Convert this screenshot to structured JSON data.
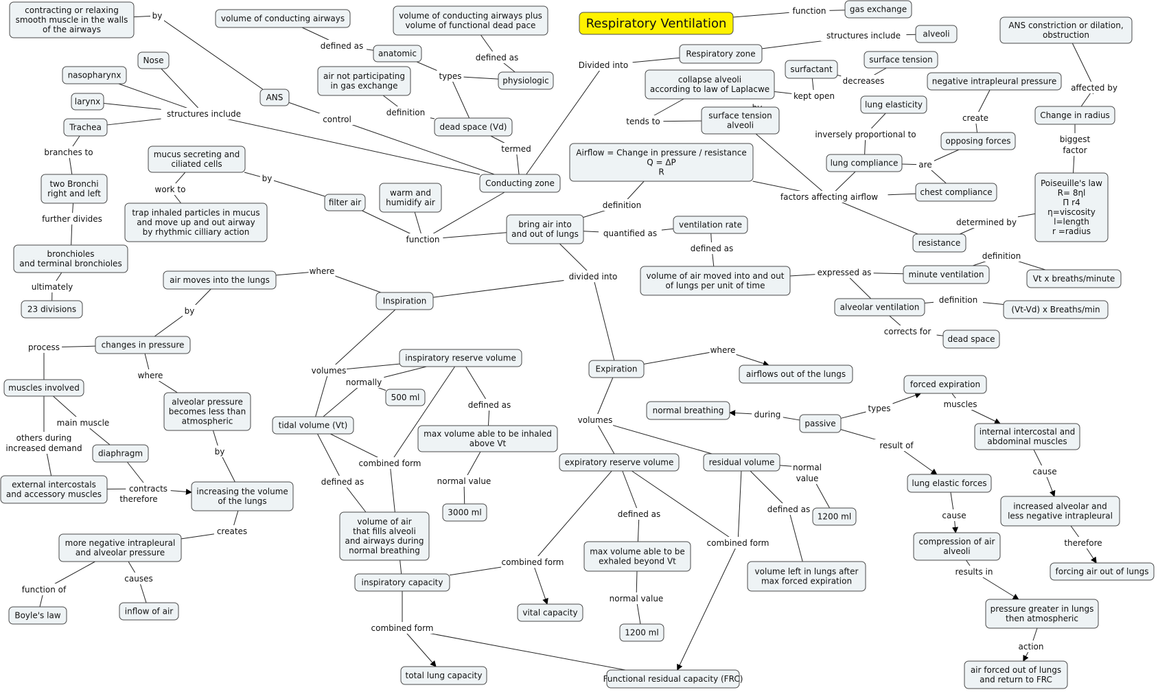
{
  "title": "Respiratory Ventilation",
  "nodes": {
    "title": "Respiratory Ventilation",
    "gas_exchange": "gas exchange",
    "alveoli": "alveoli",
    "resp_zone": "Respiratory zone",
    "ans_constrict": [
      "ANS constriction or dilation,",
      "obstruction"
    ],
    "contracting": [
      "contracting or relaxing",
      "smooth muscle in the walls",
      "of the airways"
    ],
    "vol_cond": "volume of conducting airways",
    "vol_cond_plus": [
      "volume of conducting airways plus",
      "volume of functional dead pace"
    ],
    "anatomic": "anatomic",
    "physiologic": "physiologic",
    "air_not": [
      "air not participating",
      "in gas exchange"
    ],
    "dead_space_vd": "dead space (Vd)",
    "ans": "ANS",
    "nose": "Nose",
    "nasopharynx": "nasopharynx",
    "larynx": "larynx",
    "trachea": "Trachea",
    "two_bronchi": [
      "two Bronchi",
      "right and left"
    ],
    "bronchioles": [
      "bronchioles",
      "and terminal bronchioles"
    ],
    "divisions": "23 divisions",
    "mucus": [
      "mucus secreting and",
      "ciliated cells"
    ],
    "trap": [
      "trap inhaled particles in mucus",
      "and move up and out airway",
      "by rhythmic cilliary action"
    ],
    "filter": "filter air",
    "warm": [
      "warm and",
      "humidify air"
    ],
    "conducting": "Conducting zone",
    "surfactant": "surfactant",
    "surface_tension": "surface tension",
    "collapse": [
      "collapse alveoli",
      "according to law of Laplacwe"
    ],
    "surf_tension_alv": [
      "surface tension",
      "alveoli"
    ],
    "lung_elasticity": "lung elasticity",
    "neg_intrapleural": "negative intrapleural pressure",
    "change_radius": "Change in radius",
    "airflow_eq": [
      "Airflow = Change in pressure / resistance",
      "Q = ΔP",
      "R"
    ],
    "opposing": "opposing forces",
    "lung_compliance": "lung compliance",
    "chest_compliance": "chest compliance",
    "poiseuille": [
      "Poiseuille's law",
      "R= 8ηl",
      "Π r4",
      "η=viscosity",
      "l=length",
      "r =radius"
    ],
    "resistance": "resistance",
    "bring_air": [
      "bring air into",
      "and out of lungs"
    ],
    "vent_rate": "ventilation rate",
    "vol_air_moved": [
      "volume of air moved into and out",
      "of lungs per unit of time"
    ],
    "minute_vent": "minute ventilation",
    "vt_breaths": "Vt x breaths/minute",
    "alveolar_vent": "alveolar ventilation",
    "vtvd": "(Vt-Vd) x Breaths/min",
    "dead_space": "dead space",
    "air_moves": "air moves into the lungs",
    "inspiration": "Inspiration",
    "changes_pressure": "changes in pressure",
    "muscles_involved": "muscles involved",
    "alveolar_pressure": [
      "alveolar pressure",
      "becomes less than",
      "atmospheric"
    ],
    "diaphragm": "diaphragm",
    "external_intercostals": [
      "external intercostals",
      "and accessory muscles"
    ],
    "increasing_volume": [
      "increasing the volume",
      "of the lungs"
    ],
    "more_negative": [
      "more negative intrapleural",
      "and alveolar pressure"
    ],
    "boyles": "Boyle's law",
    "inflow": "inflow of air",
    "irv": "inspiratory reserve volume",
    "ml500": "500 ml",
    "tidal": "tidal volume (Vt)",
    "max_inhaled": [
      "max volume able to be inhaled",
      "above Vt"
    ],
    "ml3000": "3000 ml",
    "vol_fills": [
      "volume of air",
      "that fills alveoli",
      "and airways during",
      "normal breathing"
    ],
    "insp_capacity": "inspiratory capacity",
    "total_lung": "total lung capacity",
    "expiration": "Expiration",
    "airflows_out": "airflows out of the lungs",
    "forced_exp": "forced expiration",
    "normal_breathing": "normal breathing",
    "passive": "passive",
    "internal_intercostal": [
      "internal intercostal and",
      "abdominal muscles"
    ],
    "erv": "expiratory reserve volume",
    "residual": "residual volume",
    "ml1200a": "1200 ml",
    "lung_elastic": "lung elastic forces",
    "increased_alveolar": [
      "increased alveolar and",
      "less negative intrapleural"
    ],
    "max_exhaled": [
      "max volume able to be",
      "exhaled beyond Vt"
    ],
    "vol_left": [
      "volume left in lungs after",
      "max forced expiration"
    ],
    "compression": [
      "compression of air",
      "alveoli"
    ],
    "forcing": "forcing air out of lungs",
    "vital": "vital capacity",
    "ml1200b": "1200 ml",
    "pressure_greater": [
      "pressure greater in lungs",
      "then atmospheric"
    ],
    "air_forced": [
      "air forced out of lungs",
      "and return to FRC"
    ],
    "frc": "Functional residual capacity (FRC)"
  },
  "links": {
    "function": "function",
    "structures_include": "structures include",
    "by": "by",
    "defined_as": "defined as",
    "defined_as_b": "defined as",
    "divided_into": "Divided into",
    "types": "types",
    "decreases": "decreases",
    "kept_open": "kept open",
    "by_b": "by",
    "affected_by": "affected by",
    "definition": "definition",
    "tends_to": "tends to",
    "create": "create",
    "control": "control",
    "structures_include_b": "structures include",
    "inversely": "inversely proportional to",
    "biggest": "biggest",
    "factor": "factor",
    "termed": "termed",
    "branches_to": "branches to",
    "by_c": "by",
    "are": "are",
    "work_to": "work to",
    "definition_b": "definition",
    "factors_airflow": "factors affecting airflow",
    "further_divides": "further divides",
    "determined_by": "determined by",
    "function_b": "function",
    "quantified_as": "quantified as",
    "defined_as_c": "defined as",
    "definition_c": "definition",
    "ultimately": "ultimately",
    "where": "where",
    "expressed_as": "expressed as",
    "divided_into_b": "divided into",
    "definition_d": "definition",
    "by_d": "by",
    "corrects_for": "corrects for",
    "process": "process",
    "where_b": "where",
    "volumes": "volumes",
    "where_c": "where",
    "normally": "normally",
    "types_b": "types",
    "muscles": "muscles",
    "main_muscle": "main muscle",
    "defined_as_d": "defined as",
    "during": "during",
    "volumes_b": "volumes",
    "others_during": "others during",
    "increased_demand": "increased demand",
    "by_e": "by",
    "result_of": "result of",
    "combined_form": "combined form",
    "normal_value": "normal value",
    "contracts": "contracts",
    "therefore": "therefore",
    "normal_value_b": "normal",
    "normal_value_b2": "value",
    "cause": "cause",
    "defined_as_e": "defined as",
    "defined_as_f": "defined as",
    "defined_as_g": "defined as",
    "creates": "creates",
    "cause_b": "cause",
    "therefore_b": "therefore",
    "combined_form_b": "combined form",
    "combined_form_c": "combined form",
    "function_of": "function of",
    "causes": "causes",
    "results_in": "results in",
    "normal_value_c": "normal value",
    "combined_form_d": "combined form",
    "action": "action"
  },
  "colors": {
    "node_fill": "#eef3f5",
    "title_fill": "#fff200",
    "stroke": "#4a4a4a"
  }
}
